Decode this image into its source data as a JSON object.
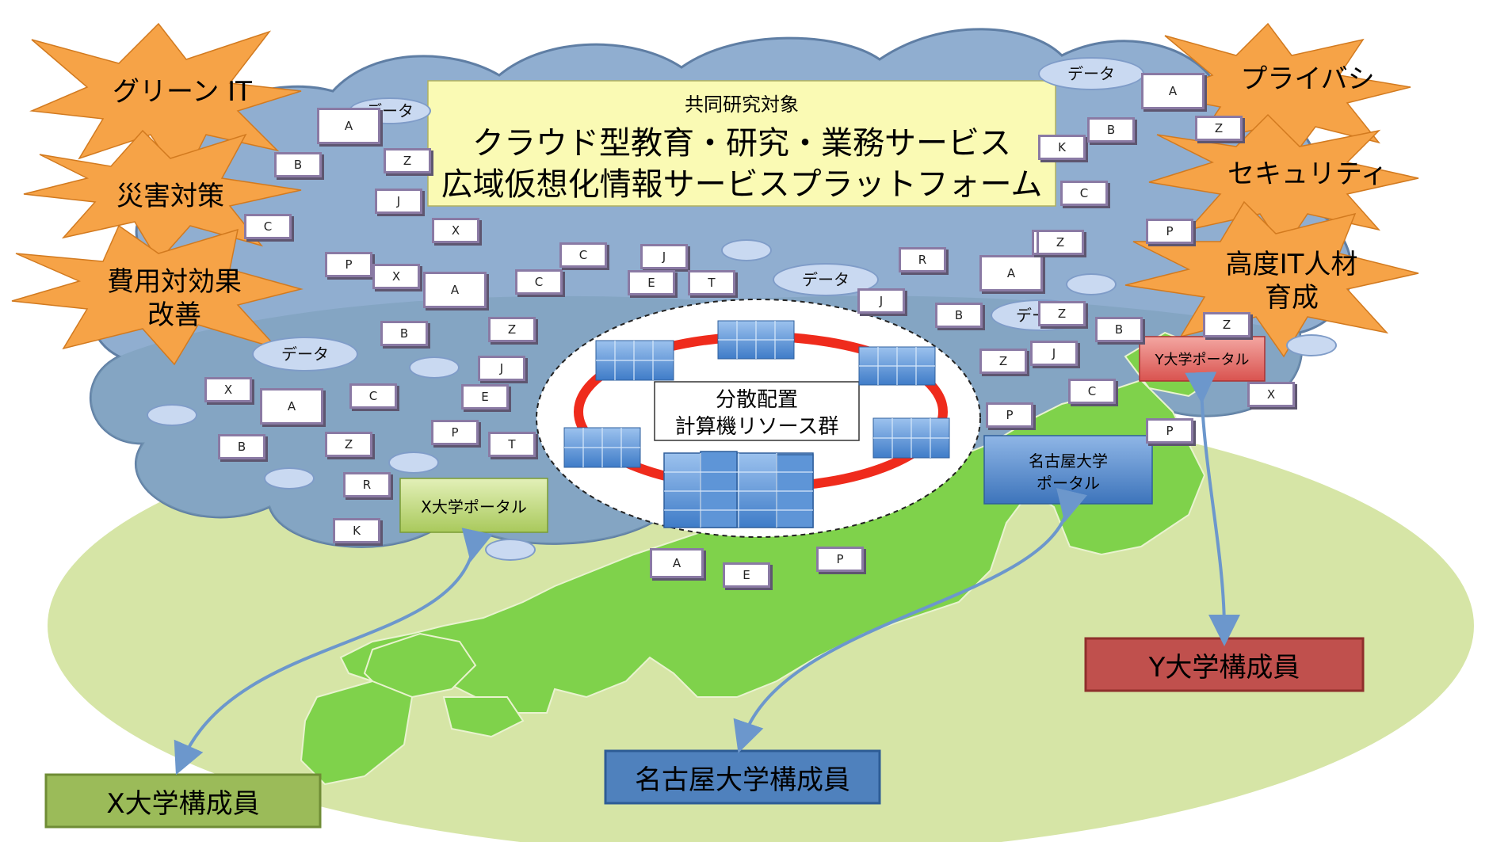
{
  "title": {
    "subtitle": "共同研究対象",
    "line1": "クラウド型教育・研究・業務サービス",
    "line2": "広域仮想化情報サービスプラットフォーム"
  },
  "center": {
    "line1": "分散配置",
    "line2": "計算機リソース群"
  },
  "stars": {
    "green_it": "グリーン IT",
    "disaster": "災害対策",
    "cost_line1": "費用対効果",
    "cost_line2": "改善",
    "privacy": "プライバシ",
    "security": "セキュリティ",
    "talent_line1": "高度IT人材",
    "talent_line2": "育成"
  },
  "portals": {
    "x": "X大学ポータル",
    "nagoya_line1": "名古屋大学",
    "nagoya_line2": "ポータル",
    "y": "Y大学ポータル"
  },
  "members": {
    "x": "X大学構成員",
    "nagoya": "名古屋大学構成員",
    "y": "Y大学構成員"
  },
  "data_label": "データ",
  "tags": [
    "A",
    "B",
    "C",
    "E",
    "J",
    "K",
    "P",
    "R",
    "T",
    "X",
    "Z"
  ],
  "colors": {
    "cloud": "#90aed0",
    "ground": "#d6e5a6",
    "land": "#7fd24b",
    "star": "#f6a347",
    "title_box": "#fafab4",
    "ring": "#ef2b1c",
    "server": "#5e95d7",
    "x_portal": "#c2dc7a",
    "nagoya_portal": "#4e86c8",
    "y_portal": "#d9534f",
    "x_member": "#9bbb59",
    "nagoya_member": "#4f81bd",
    "y_member": "#c0504d",
    "arrow": "#6c97cc"
  }
}
